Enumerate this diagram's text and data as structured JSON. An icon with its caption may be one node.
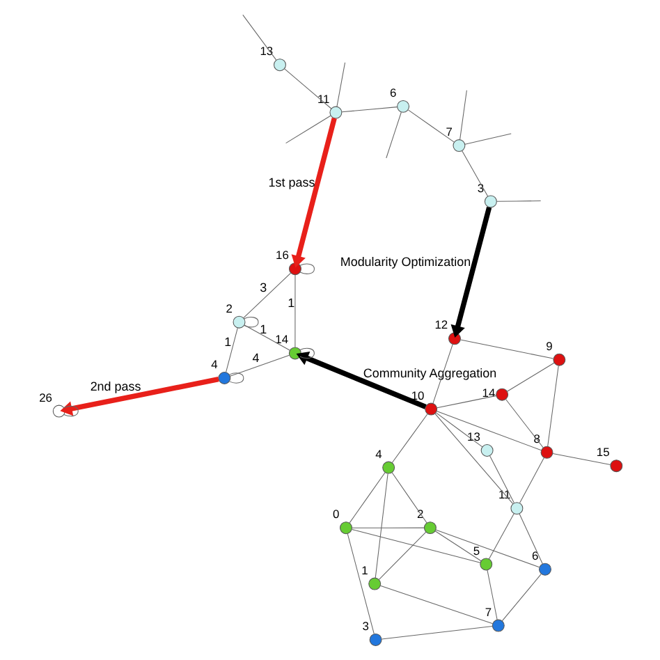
{
  "diagram": {
    "nodes": [
      {
        "text": [],
        "shape": "circle",
        "beside": [
          "0"
        ]
      },
      {
        "text": [],
        "shape": "circle",
        "beside": [
          "1"
        ]
      },
      {
        "text": [],
        "shape": "circle",
        "beside": [
          "2"
        ]
      },
      {
        "text": [],
        "shape": "circle",
        "beside": [
          "3"
        ]
      },
      {
        "text": [],
        "shape": "circle",
        "beside": [
          "4"
        ]
      },
      {
        "text": [],
        "shape": "circle",
        "beside": [
          "5"
        ]
      },
      {
        "text": [],
        "shape": "circle",
        "beside": [
          "6"
        ]
      },
      {
        "text": [],
        "shape": "circle",
        "beside": [
          "7"
        ]
      },
      {
        "text": [],
        "shape": "circle",
        "beside": [
          "8"
        ]
      },
      {
        "text": [],
        "shape": "circle",
        "beside": [
          "9"
        ]
      },
      {
        "text": [],
        "shape": "circle",
        "beside": [
          "10"
        ]
      },
      {
        "text": [],
        "shape": "circle",
        "beside": [
          "11"
        ]
      },
      {
        "text": [],
        "shape": "circle",
        "beside": [
          "12"
        ]
      },
      {
        "text": [],
        "shape": "circle",
        "beside": [
          "13"
        ]
      },
      {
        "text": [],
        "shape": "circle",
        "beside": [
          "14"
        ]
      },
      {
        "text": [],
        "shape": "circle",
        "beside": [
          "15"
        ]
      },
      {
        "text": [],
        "shape": "circle",
        "beside": [
          "3"
        ]
      },
      {
        "text": [],
        "shape": "circle",
        "beside": [
          "7"
        ]
      },
      {
        "text": [],
        "shape": "circle",
        "beside": [
          "6"
        ]
      },
      {
        "text": [],
        "shape": "circle",
        "beside": [
          "11"
        ]
      },
      {
        "text": [],
        "shape": "circle",
        "beside": [
          "13"
        ]
      },
      {
        "text": [],
        "shape": "circle",
        "beside": [
          "14"
        ]
      },
      {
        "text": [],
        "shape": "circle",
        "beside": [
          "4"
        ]
      },
      {
        "text": [],
        "shape": "circle",
        "beside": [
          "16"
        ]
      },
      {
        "text": [],
        "shape": "circle",
        "beside": [
          "2"
        ]
      },
      {
        "text": [],
        "shape": "circle",
        "beside": [
          "26"
        ]
      }
    ],
    "edges": [
      {
        "from": 1,
        "to": 2,
        "arrow": "none"
      },
      {
        "from": 1,
        "to": 4,
        "arrow": "none"
      },
      {
        "from": 1,
        "to": 7,
        "arrow": "none"
      },
      {
        "from": 2,
        "to": 0,
        "arrow": "none"
      },
      {
        "from": 2,
        "to": 4,
        "arrow": "none"
      },
      {
        "from": 2,
        "to": 5,
        "arrow": "none"
      },
      {
        "from": 2,
        "to": 6,
        "arrow": "none"
      },
      {
        "from": 0,
        "to": 3,
        "arrow": "none"
      },
      {
        "from": 0,
        "to": 4,
        "arrow": "none"
      },
      {
        "from": 0,
        "to": 5,
        "arrow": "none"
      },
      {
        "from": 3,
        "to": 7,
        "arrow": "none"
      },
      {
        "from": 5,
        "to": 7,
        "arrow": "none"
      },
      {
        "from": 7,
        "to": 6,
        "arrow": "none"
      },
      {
        "from": 4,
        "to": 10,
        "arrow": "none"
      },
      {
        "from": 5,
        "to": 11,
        "arrow": "none"
      },
      {
        "from": 6,
        "to": 11,
        "arrow": "none"
      },
      {
        "from": 8,
        "to": 15,
        "arrow": "none"
      },
      {
        "from": 8,
        "to": 11,
        "arrow": "none"
      },
      {
        "from": 8,
        "to": 9,
        "arrow": "none"
      },
      {
        "from": 8,
        "to": 10,
        "arrow": "none"
      },
      {
        "from": 8,
        "to": 14,
        "arrow": "none"
      },
      {
        "from": 14,
        "to": 9,
        "arrow": "none"
      },
      {
        "from": 14,
        "to": 10,
        "arrow": "none"
      },
      {
        "from": 9,
        "to": 12,
        "arrow": "none"
      },
      {
        "from": 12,
        "to": 10,
        "arrow": "none"
      },
      {
        "from": 10,
        "to": 11,
        "arrow": "none"
      },
      {
        "from": 10,
        "to": 13,
        "arrow": "none"
      },
      {
        "from": 11,
        "to": 13,
        "arrow": "none"
      },
      {
        "from": null,
        "to": 16,
        "arrow": "none"
      },
      {
        "from": null,
        "to": 17,
        "arrow": "none"
      },
      {
        "from": null,
        "to": 17,
        "arrow": "none"
      },
      {
        "from": null,
        "to": 18,
        "arrow": "none"
      },
      {
        "from": null,
        "to": 19,
        "arrow": "none"
      },
      {
        "from": null,
        "to": 19,
        "arrow": "none"
      },
      {
        "from": null,
        "to": 20,
        "arrow": "none"
      },
      {
        "from": 16,
        "to": 17,
        "arrow": "none"
      },
      {
        "from": 17,
        "to": 18,
        "arrow": "none"
      },
      {
        "from": 18,
        "to": 19,
        "arrow": "none"
      },
      {
        "from": 19,
        "to": 20,
        "arrow": "none"
      },
      {
        "from": 21,
        "to": 21,
        "arrow": "none"
      },
      {
        "from": 22,
        "to": 22,
        "arrow": "none"
      },
      {
        "from": 23,
        "to": 23,
        "arrow": "none"
      },
      {
        "from": 24,
        "to": 24,
        "arrow": "none"
      },
      {
        "from": 21,
        "to": 22,
        "arrow": "none",
        "label": "4"
      },
      {
        "from": 21,
        "to": 23,
        "arrow": "none",
        "label": "1"
      },
      {
        "from": 21,
        "to": 24,
        "arrow": "none",
        "label": "1"
      },
      {
        "from": 22,
        "to": 24,
        "arrow": "none",
        "label": "1"
      },
      {
        "from": 23,
        "to": 24,
        "arrow": "none",
        "label": "3"
      },
      {
        "from": 25,
        "to": 25,
        "arrow": "none"
      },
      {
        "from": 16,
        "to": 12,
        "arrow": "to",
        "label": "Modularity Optimization",
        "style": "thick",
        "color": "#000000"
      },
      {
        "from": 10,
        "to": 21,
        "arrow": "to",
        "label": "Community Aggregation",
        "style": "thick",
        "color": "#000000"
      },
      {
        "from": 19,
        "to": 23,
        "arrow": "to",
        "label": "1st pass",
        "style": "thick",
        "color": "#e8201a"
      },
      {
        "from": 22,
        "to": 25,
        "arrow": "to",
        "label": "2nd pass",
        "style": "thick",
        "color": "#e8201a"
      }
    ]
  }
}
